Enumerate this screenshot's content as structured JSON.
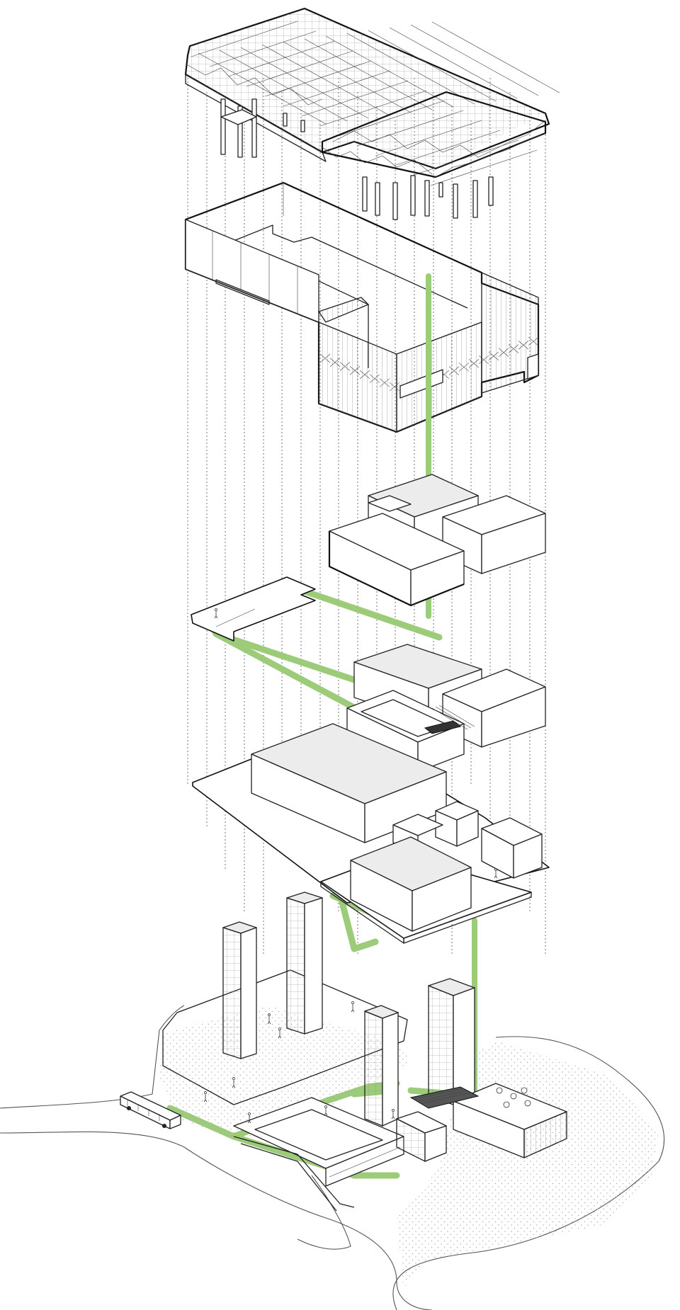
{
  "diagram": {
    "layers": [
      "roof-space-frame",
      "facade-envelope",
      "upper-volumes",
      "mezzanine-walkway-level",
      "middle-volumes",
      "podium-volumes",
      "ground-plaza-with-towers"
    ]
  },
  "colors": {
    "circulation_green": "#9ccc7a",
    "line": "#222222",
    "fill_light": "#ececec",
    "background": "#ffffff"
  }
}
